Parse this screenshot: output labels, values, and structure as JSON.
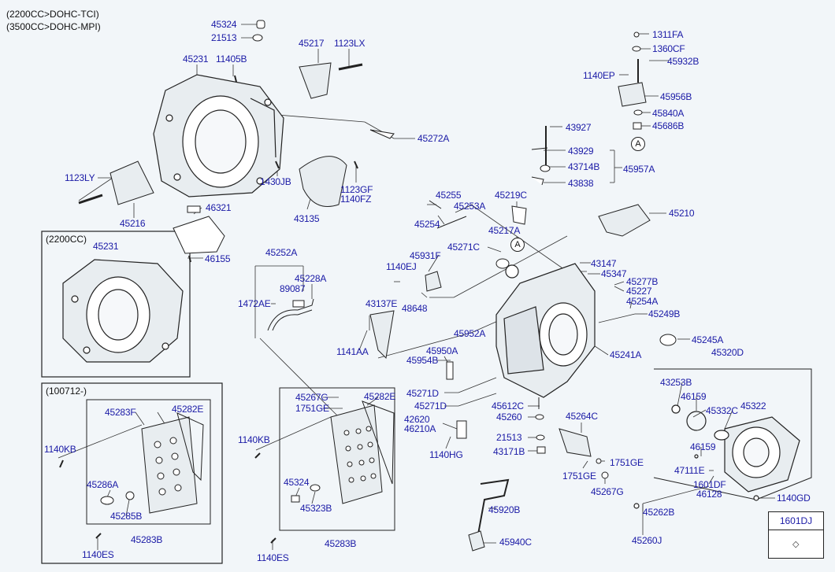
{
  "engine_notes": [
    "(2200CC>DOHC-TCI)",
    "(3500CC>DOHC-MPI)"
  ],
  "boxes": {
    "box_2200": "(2200CC)",
    "box_100712": "(100712-)",
    "legend_code": "1601DJ"
  },
  "markers": {
    "a1": "A",
    "a2": "A"
  },
  "parts": {
    "p45324a": "45324",
    "p21513a": "21513",
    "p45217": "45217",
    "p1123LX": "1123LX",
    "p45231a": "45231",
    "p11405B": "11405B",
    "p45272A": "45272A",
    "p1123LY": "1123LY",
    "p1430JB": "1430JB",
    "p1123GF": "1123GF",
    "p1140FZ": "1140FZ",
    "p43135": "43135",
    "p45216": "45216",
    "p46321": "46321",
    "p46155": "46155",
    "p45231b": "45231",
    "p45252A": "45252A",
    "p89087": "89087",
    "p45228A": "45228A",
    "p1472AE": "1472AE",
    "p45255": "45255",
    "p45254": "45254",
    "p45253A": "45253A",
    "p45219C": "45219C",
    "p45217A": "45217A",
    "p45271C": "45271C",
    "p45931F": "45931F",
    "p1140EJ": "1140EJ",
    "p48648": "48648",
    "p43137E": "43137E",
    "p1141AA": "1141AA",
    "p45952A": "45952A",
    "p45950A": "45950A",
    "p45954B": "45954B",
    "p45271Da": "45271D",
    "p45271Db": "45271D",
    "p42620": "42620",
    "p46210A": "46210A",
    "p1140HG": "1140HG",
    "p45612C": "45612C",
    "p45260a": "45260",
    "p21513b": "21513",
    "p43171B": "43171B",
    "p45264C": "45264C",
    "p1751GEa": "1751GE",
    "p1751GEb": "1751GE",
    "p45267Ga": "45267G",
    "p45920B": "45920B",
    "p45940C": "45940C",
    "p1311FA": "1311FA",
    "p1360CF": "1360CF",
    "p45932B": "45932B",
    "p1140EP": "1140EP",
    "p45956B": "45956B",
    "p45840A": "45840A",
    "p45686B": "45686B",
    "p43927": "43927",
    "p43929": "43929",
    "p43714B": "43714B",
    "p45957A": "45957A",
    "p43838": "43838",
    "p45210": "45210",
    "p43147": "43147",
    "p45347": "45347",
    "p45277B": "45277B",
    "p45227": "45227",
    "p45254A": "45254A",
    "p45249B": "45249B",
    "p45245A": "45245A",
    "p45241A": "45241A",
    "p45320D": "45320D",
    "p43253B": "43253B",
    "p46159a": "46159",
    "p45332C": "45332C",
    "p45322": "45322",
    "p46159b": "46159",
    "p47111E": "47111E",
    "p1601DF": "1601DF",
    "p46128": "46128",
    "p1140GD": "1140GD",
    "p45262B": "45262B",
    "p45260J": "45260J",
    "p45283F": "45283F",
    "p45282Ea": "45282E",
    "p1140KBa": "1140KB",
    "p45286A": "45286A",
    "p45285B": "45285B",
    "p45283Ba": "45283B",
    "p1140ESa": "1140ES",
    "p45267Gb": "45267G",
    "p1751GEc": "1751GE",
    "p45282Eb": "45282E",
    "p1140KBb": "1140KB",
    "p45324b": "45324",
    "p45323B": "45323B",
    "p45283Bb": "45283B",
    "p1140ESb": "1140ES"
  }
}
